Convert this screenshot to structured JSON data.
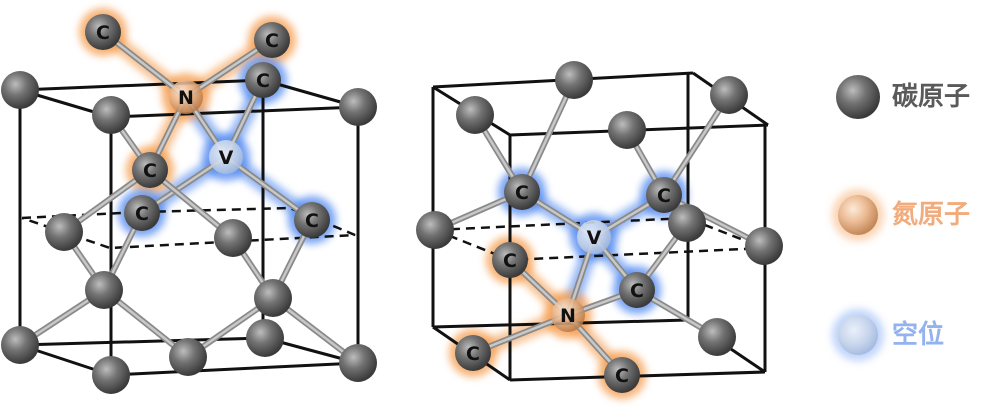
{
  "atom_labels": {
    "carbon": "C",
    "nitrogen": "N",
    "vacancy": "V"
  },
  "legend": [
    {
      "key": "carbon",
      "label": "碳原子",
      "color": "#5a5a5a"
    },
    {
      "key": "nitrogen",
      "label": "氮原子",
      "color": "#f2ab7c"
    },
    {
      "key": "vacancy",
      "label": "空位",
      "color": "#92b2f0"
    }
  ],
  "colors": {
    "orange_glow": "#f59a4a",
    "blue_glow": "#4d86f0",
    "carbon": "#6a6a6a",
    "bond": "#a8a8a8",
    "cube": "#111111"
  }
}
